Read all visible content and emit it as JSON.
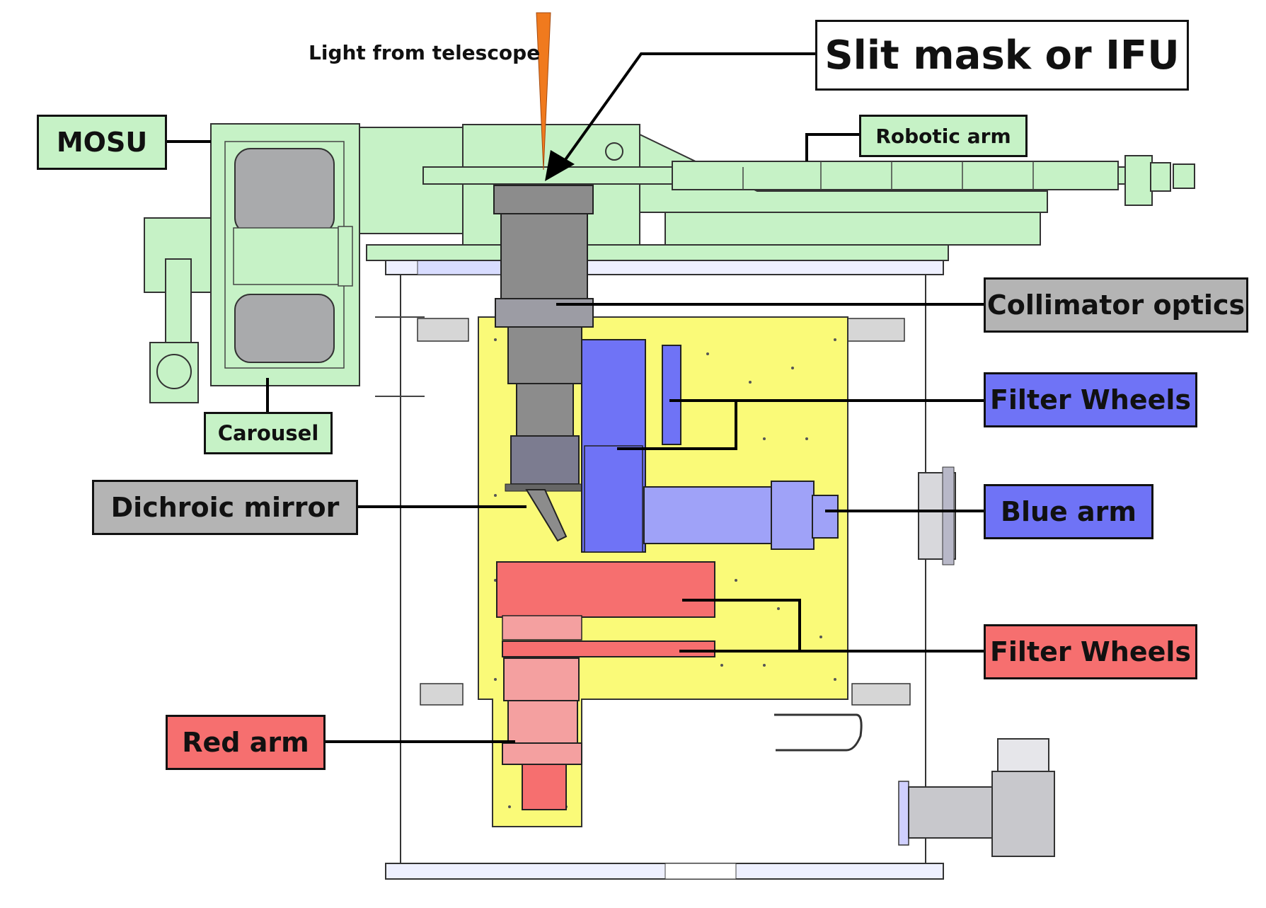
{
  "labels": {
    "light_from_telescope": "Light from telescope",
    "slit_mask": "Slit mask or IFU",
    "mosu": "MOSU",
    "robotic_arm": "Robotic arm",
    "carousel": "Carousel",
    "collimator": "Collimator optics",
    "filter_wheels_blue": "Filter Wheels",
    "blue_arm": "Blue arm",
    "dichroic": "Dichroic mirror",
    "filter_wheels_red": "Filter Wheels",
    "red_arm": "Red arm"
  },
  "colors": {
    "green_fill": "#c6f2c6",
    "grey_fill": "#b4b4b4",
    "blue_fill": "#6f73f6",
    "red_fill": "#f66f6f",
    "bench_yellow": "#fafa78",
    "beam_orange": "#f07a1e"
  }
}
